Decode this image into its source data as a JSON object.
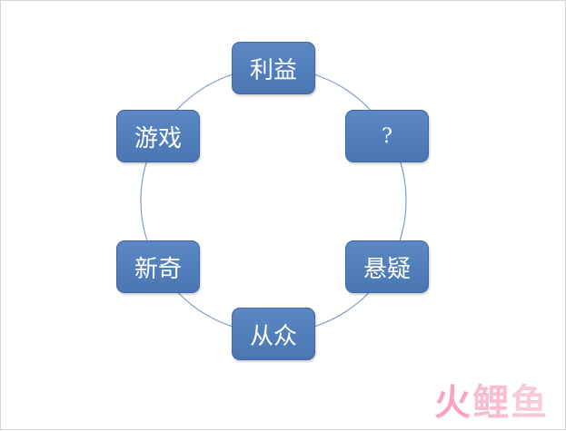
{
  "diagram": {
    "nodes": [
      {
        "id": "benefit",
        "label": "利益"
      },
      {
        "id": "question",
        "label": "?"
      },
      {
        "id": "suspense",
        "label": "悬疑"
      },
      {
        "id": "conformity",
        "label": "从众"
      },
      {
        "id": "novelty",
        "label": "新奇"
      },
      {
        "id": "game",
        "label": "游戏"
      }
    ],
    "ring_color": "#7f9cc6",
    "node_color": "#4f7dbd"
  },
  "watermark": {
    "chars": [
      "火",
      "鲤",
      "鱼"
    ]
  }
}
